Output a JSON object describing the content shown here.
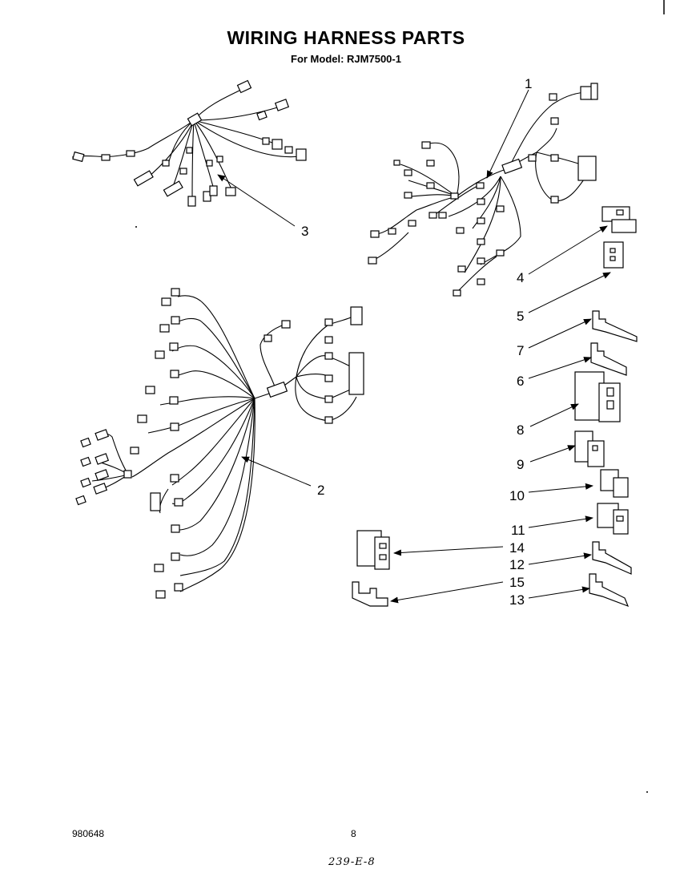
{
  "page": {
    "title": "WIRING HARNESS PARTS",
    "subtitle": "For Model: RJM7500-1",
    "doc_number": "980648",
    "page_number": "8",
    "handwritten_note": "239-E-8"
  },
  "callouts": {
    "c1": "1",
    "c2": "2",
    "c3": "3",
    "c4": "4",
    "c5": "5",
    "c6": "6",
    "c7": "7",
    "c8": "8",
    "c9": "9",
    "c10": "10",
    "c11": "11",
    "c12": "12",
    "c13": "13",
    "c14": "14",
    "c15": "15"
  }
}
